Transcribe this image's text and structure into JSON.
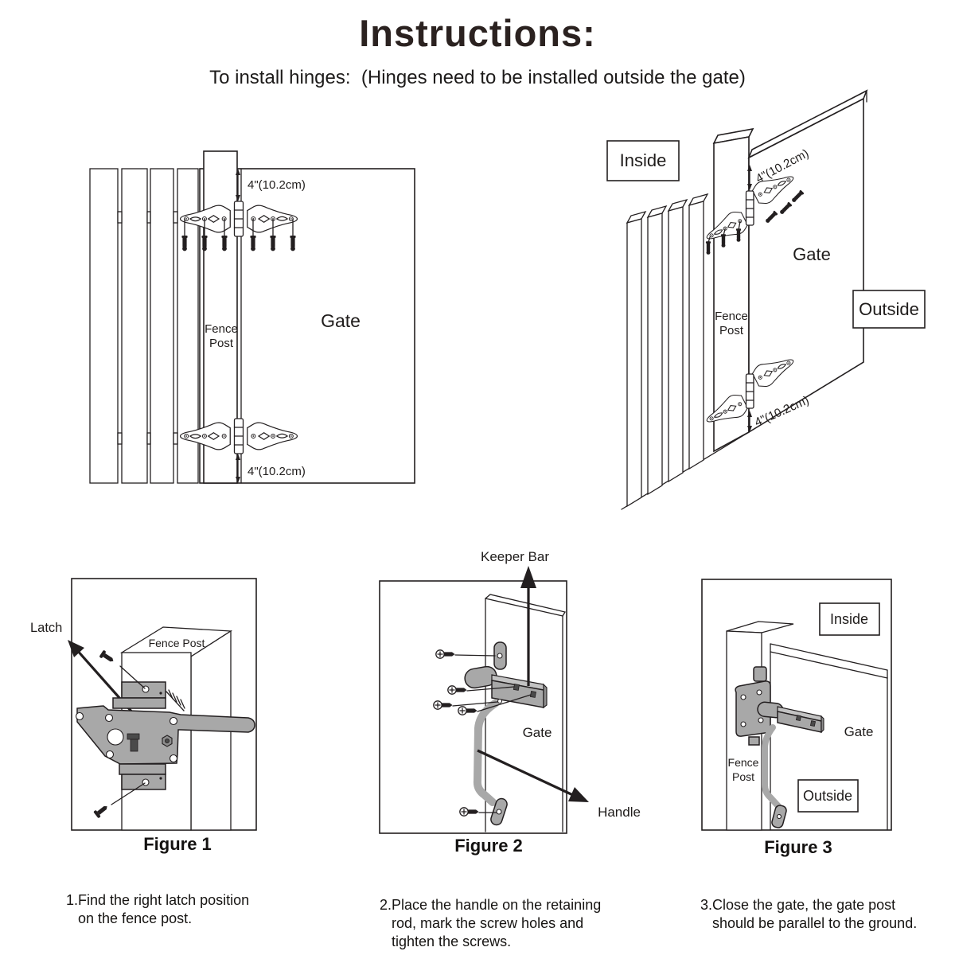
{
  "title": "Instructions:",
  "subtitle": "To install hinges:  (Hinges need to be installed outside the gate)",
  "flat": {
    "measure_top": "4\"(10.2cm)",
    "measure_bottom": "4\"(10.2cm)",
    "fence": "Fence",
    "post": "Post",
    "gate": "Gate"
  },
  "persp": {
    "inside": "Inside",
    "outside": "Outside",
    "gate": "Gate",
    "fence": "Fence",
    "post": "Post",
    "measure_top": "4\"(10.2cm)",
    "measure_bottom": "4\"(10.2cm)"
  },
  "fig1": {
    "caption": "Figure 1",
    "latch": "Latch",
    "fence_post": "Fence Post"
  },
  "fig2": {
    "caption": "Figure 2",
    "keeper_bar": "Keeper Bar",
    "gate": "Gate",
    "handle": "Handle"
  },
  "fig3": {
    "caption": "Figure 3",
    "inside": "Inside",
    "outside": "Outside",
    "gate": "Gate",
    "fence": "Fence",
    "post": "Post"
  },
  "steps": [
    {
      "text": "1.Find the right latch position\n   on the fence post."
    },
    {
      "text": "2.Place the handle on the retaining\n   rod, mark the screw holes and\n   tighten the screws."
    },
    {
      "text": "3.Close the gate, the gate post\n   should be parallel to the ground."
    }
  ],
  "colors": {
    "ink": "#231f20",
    "metal": "#a8a8a8"
  }
}
